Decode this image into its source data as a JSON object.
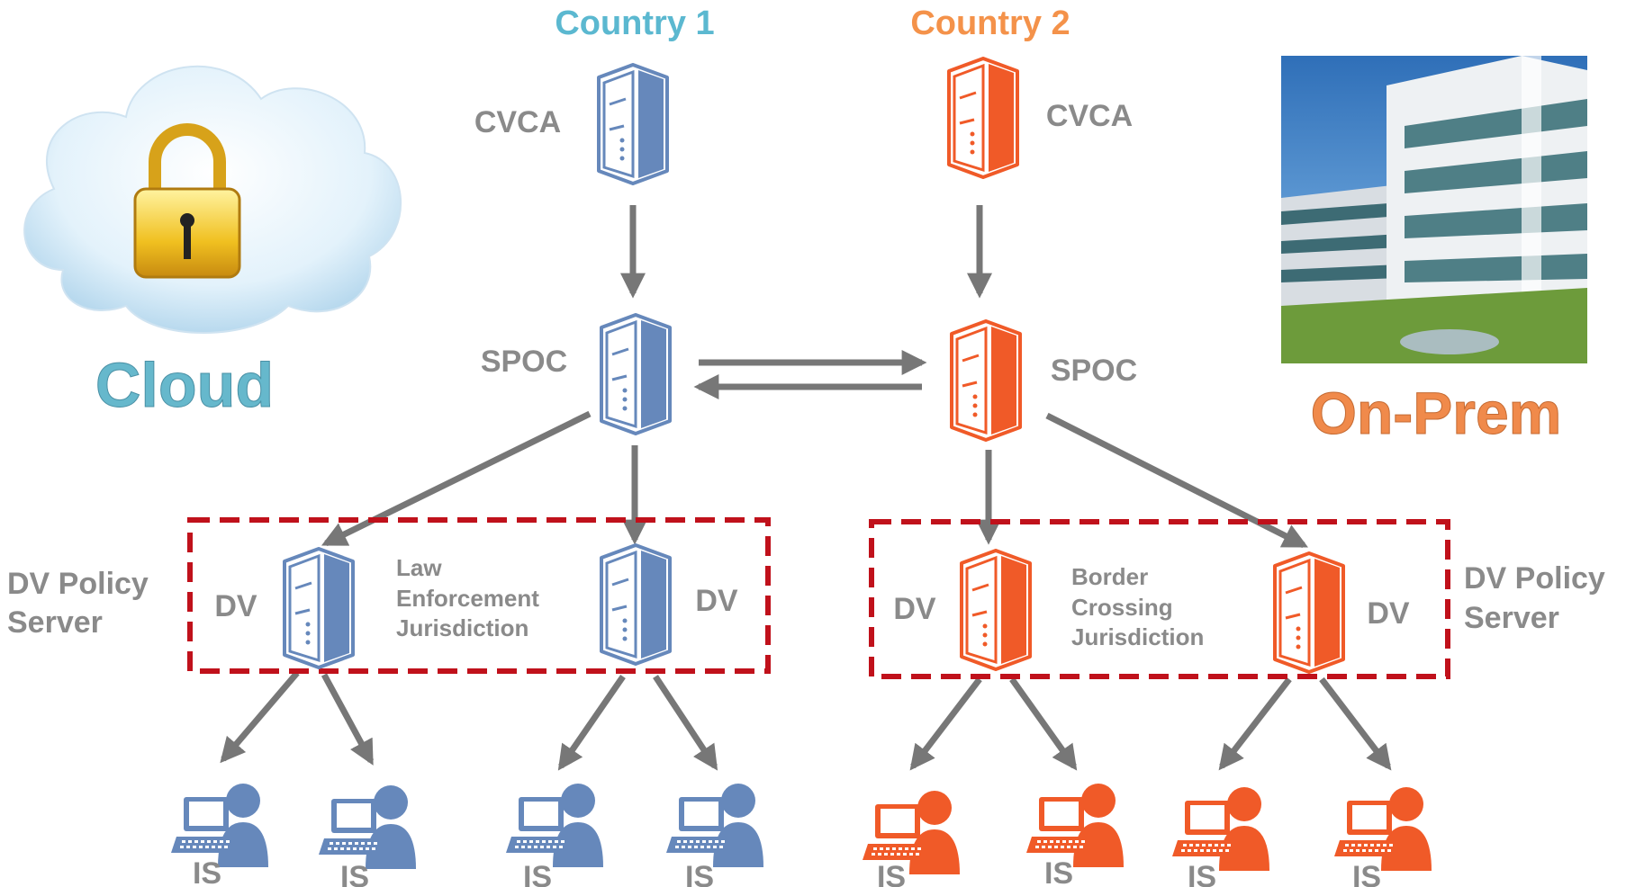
{
  "colors": {
    "country1": "#6688bb",
    "country1_title": "#5bb8d0",
    "country2": "#f05a28",
    "country2_title": "#f4924a",
    "arrow": "#777777",
    "label": "#8a8a8a",
    "box": "#c0111b",
    "cloud_text": "#66b8cc",
    "onprem_text": "#f08a4b"
  },
  "titles": {
    "country1": "Country 1",
    "country2": "Country 2",
    "cloud": "Cloud",
    "onprem": "On-Prem"
  },
  "country1": {
    "cvca": "CVCA",
    "spoc": "SPOC",
    "dv_left": "DV",
    "dv_right": "DV",
    "jurisdiction": [
      "Law",
      "Enforcement",
      "Jurisdiction"
    ],
    "is": [
      "IS",
      "IS",
      "IS",
      "IS"
    ]
  },
  "country2": {
    "cvca": "CVCA",
    "spoc": "SPOC",
    "dv_left": "DV",
    "dv_right": "DV",
    "jurisdiction": [
      "Border",
      "Crossing",
      "Jurisdiction"
    ],
    "is": [
      "IS",
      "IS",
      "IS",
      "IS"
    ]
  },
  "dv_policy_left": [
    "DV Policy",
    "Server"
  ],
  "dv_policy_right": [
    "DV Policy",
    "Server"
  ],
  "icons": {
    "cloud": "cloud-lock-icon",
    "building": "office-building-photo",
    "server": "server-icon",
    "user": "user-workstation-icon"
  }
}
